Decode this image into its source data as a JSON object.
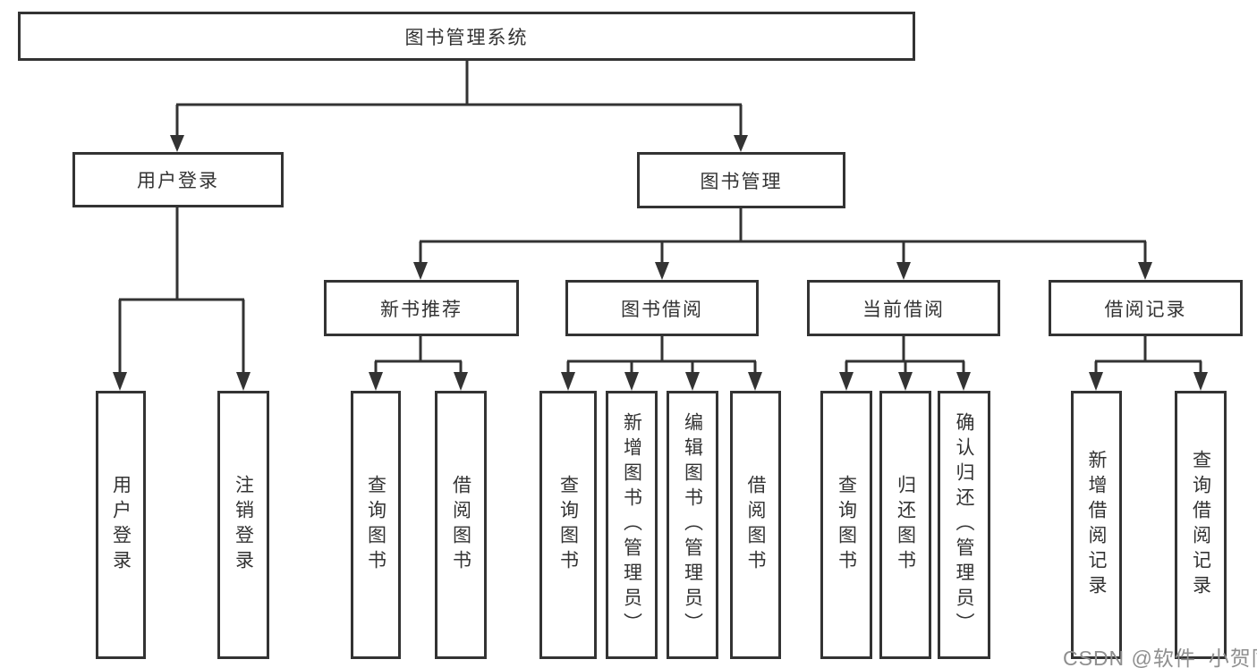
{
  "diagram": {
    "root": "图书管理系统",
    "level2": {
      "user_login": "用户登录",
      "book_mgmt": "图书管理"
    },
    "level3": {
      "new_books": "新书推荐",
      "book_borrow": "图书借阅",
      "current_borrow": "当前借阅",
      "borrow_records": "借阅记录"
    },
    "leaves": {
      "g1": [
        "用户登录",
        "注销登录"
      ],
      "g2": [
        "查询图书",
        "借阅图书"
      ],
      "g3": [
        "查询图书",
        "新增图书（管理员）",
        "编辑图书（管理员）",
        "借阅图书"
      ],
      "g4": [
        "查询图书",
        "归还图书",
        "确认归还（管理员）"
      ],
      "g5": [
        "新增借阅记录",
        "查询借阅记录"
      ]
    }
  },
  "watermark": "CSDN @软件_小贺同学",
  "colors": {
    "line": "#333333",
    "text": "#333333",
    "box_background": "#ffffff",
    "watermark": "#8f8f8f",
    "page_background": "#ffffff"
  }
}
